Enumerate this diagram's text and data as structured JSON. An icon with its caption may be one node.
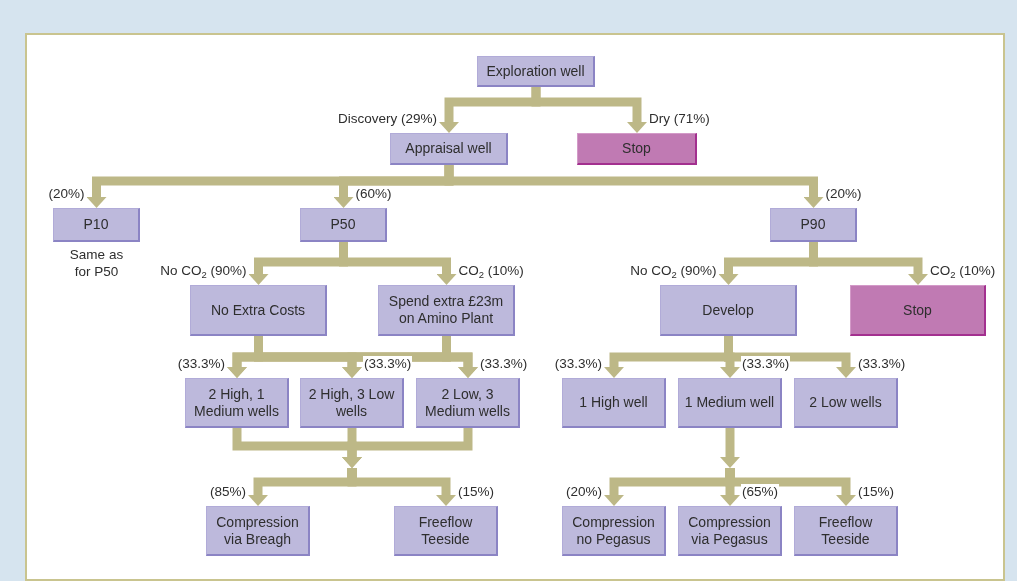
{
  "diagram": {
    "nodes": [
      {
        "text": [
          "Exploration well"
        ]
      },
      {
        "text": [
          "Appraisal well"
        ]
      },
      {
        "text": [
          "Stop"
        ]
      },
      {
        "text": [
          "P10"
        ],
        "beside": [
          "Same as for P50"
        ]
      },
      {
        "text": [
          "P50"
        ]
      },
      {
        "text": [
          "P90"
        ]
      },
      {
        "text": [
          "No Extra Costs"
        ]
      },
      {
        "text": [
          "Spend extra £23m on Amino Plant"
        ]
      },
      {
        "text": [
          "Develop"
        ]
      },
      {
        "text": [
          "Stop"
        ]
      },
      {
        "text": [
          "2 High, 1 Medium wells"
        ]
      },
      {
        "text": [
          "2 High, 3 Low wells"
        ]
      },
      {
        "text": [
          "2 Low, 3 Medium wells"
        ]
      },
      {
        "text": [],
        "shape": "bar"
      },
      {
        "text": [
          "1 High well"
        ]
      },
      {
        "text": [
          "1 Medium well"
        ]
      },
      {
        "text": [
          "2 Low wells"
        ]
      },
      {
        "text": [],
        "shape": "bar"
      },
      {
        "text": [
          "Compression via Breagh"
        ]
      },
      {
        "text": [
          "Freeflow Teeside"
        ]
      },
      {
        "text": [
          "Compression no Pegasus"
        ]
      },
      {
        "text": [
          "Compression via Pegasus"
        ]
      },
      {
        "text": [
          "Freeflow Teeside"
        ]
      }
    ],
    "edges": [
      {
        "from": 0,
        "to": 1,
        "arrow": "to",
        "label": "Discovery (29%)"
      },
      {
        "from": 0,
        "to": 2,
        "arrow": "to",
        "label": "Dry (71%)"
      },
      {
        "from": 1,
        "to": 3,
        "arrow": "to",
        "label": "(20%)"
      },
      {
        "from": 1,
        "to": 4,
        "arrow": "to",
        "label": "(60%)"
      },
      {
        "from": 1,
        "to": 5,
        "arrow": "to",
        "label": "(20%)"
      },
      {
        "from": 4,
        "to": 6,
        "arrow": "to",
        "label": "No CO$_{2}$ (90%)"
      },
      {
        "from": 4,
        "to": 7,
        "arrow": "to",
        "label": "CO$_{2}$ (10%)"
      },
      {
        "from": 5,
        "to": 8,
        "arrow": "to",
        "label": "No CO$_{2}$ (90%)"
      },
      {
        "from": 5,
        "to": 9,
        "arrow": "to",
        "label": "CO$_{2}$ (10%)"
      },
      {
        "from": 6,
        "to": 10,
        "arrow": "to",
        "label": "(33.3%)"
      },
      {
        "from": 6,
        "to": 11,
        "arrow": "to",
        "label": "(33.3%)"
      },
      {
        "from": 6,
        "to": 12,
        "arrow": "to",
        "label": "(33.3%)"
      },
      {
        "from": 7,
        "to": 10,
        "arrow": "to"
      },
      {
        "from": 7,
        "to": 11,
        "arrow": "to"
      },
      {
        "from": 7,
        "to": 12,
        "arrow": "to"
      },
      {
        "from": 8,
        "to": 14,
        "arrow": "to",
        "label": "(33.3%)"
      },
      {
        "from": 8,
        "to": 15,
        "arrow": "to",
        "label": "(33.3%)"
      },
      {
        "from": 8,
        "to": 16,
        "arrow": "to",
        "label": "(33.3%)"
      },
      {
        "from": 10,
        "to": 13,
        "arrow": "to"
      },
      {
        "from": 11,
        "to": 13,
        "arrow": "to"
      },
      {
        "from": 12,
        "to": 13,
        "arrow": "to"
      },
      {
        "from": 13,
        "to": 18,
        "arrow": "to",
        "label": "(85%)"
      },
      {
        "from": 13,
        "to": 19,
        "arrow": "to",
        "label": "(15%)"
      },
      {
        "from": 15,
        "to": 17,
        "arrow": "to"
      },
      {
        "from": 17,
        "to": 20,
        "arrow": "to",
        "label": "(20%)"
      },
      {
        "from": 17,
        "to": 21,
        "arrow": "to",
        "label": "(65%)"
      },
      {
        "from": 17,
        "to": 22,
        "arrow": "to",
        "label": "(15%)"
      }
    ]
  }
}
